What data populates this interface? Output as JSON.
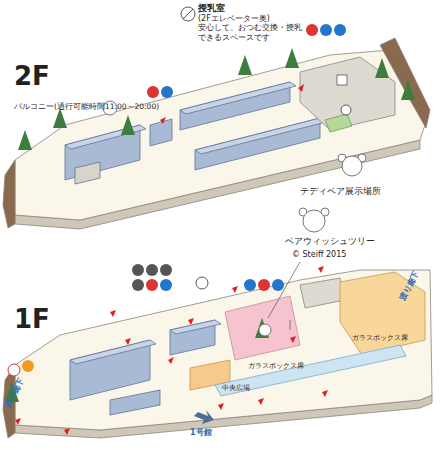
{
  "diagram": {
    "nodes": [
      {
        "text": [
          "授乳室",
          "(2Fエレベーター奥)",
          "安心して、おつむ交換・授乳できるスペースです"
        ]
      }
    ],
    "labels": [
      "2F",
      "バルコニー(通行可能時間11:00～20:00)",
      "テディベア展示場所",
      "1F",
      "ベアウィッシュツリー",
      "© Steiff 2015",
      "ガラスボックス席",
      "ガラスボックス席",
      "中央広場",
      "1号館",
      "渡り廊下",
      "渡り廊下"
    ]
  }
}
